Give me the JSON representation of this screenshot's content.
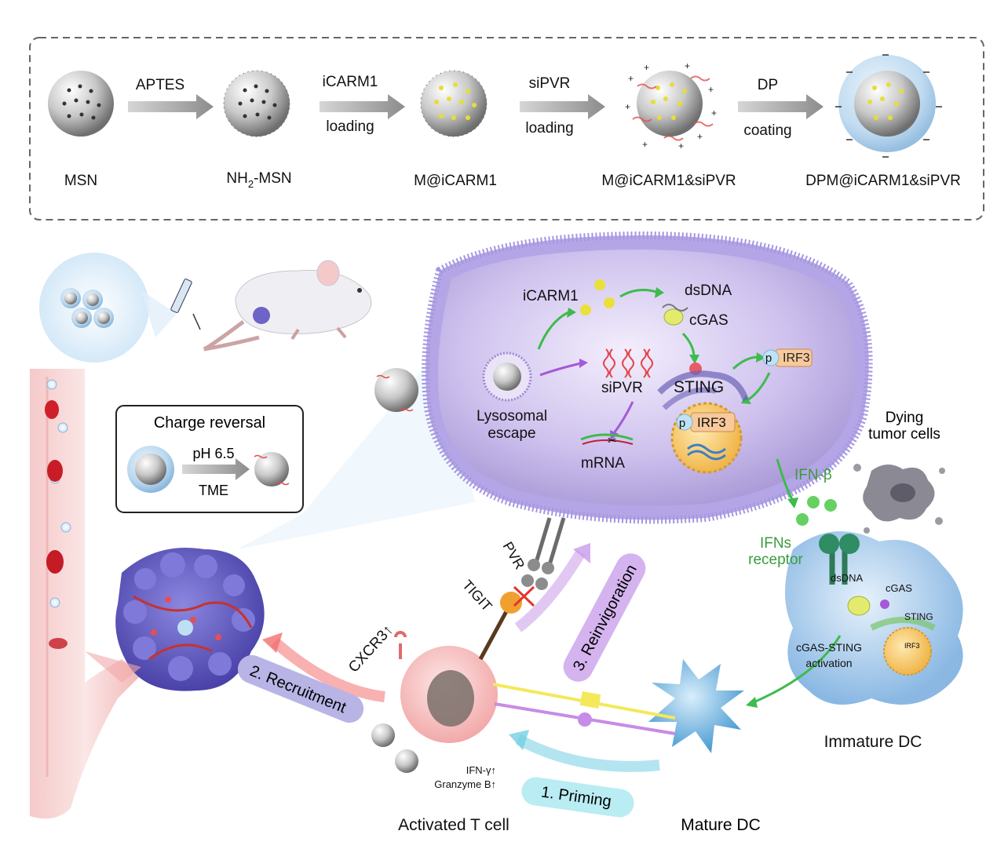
{
  "synthesis": {
    "steps": [
      {
        "product": "MSN"
      },
      {
        "reagent_top": "APTES",
        "reagent_bottom": "",
        "product": "NH2-MSN"
      },
      {
        "reagent_top": "iCARM1",
        "reagent_bottom": "loading",
        "product": "M@iCARM1"
      },
      {
        "reagent_top": "siPVR",
        "reagent_bottom": "loading",
        "product": "M@iCARM1&siPVR"
      },
      {
        "reagent_top": "DP",
        "reagent_bottom": "coating",
        "product": "DPM@iCARM1&siPVR"
      }
    ],
    "nh2_main": "NH",
    "nh2_sub": "2",
    "nh2_rest": "-MSN"
  },
  "charge_box": {
    "title": "Charge reversal",
    "top": "pH 6.5",
    "bottom": "TME"
  },
  "tumor_cell": {
    "icarm1": "iCARM1",
    "dsdna": "dsDNA",
    "cgas": "cGAS",
    "sipvr": "siPVR",
    "sting": "STING",
    "irf3_a": "IRF3",
    "irf3_b": "IRF3",
    "p_a": "p",
    "p_b": "p",
    "lyso_1": "Lysosomal",
    "lyso_2": "escape",
    "mrna": "mRNA",
    "ifnb": "IFN-β"
  },
  "dying": {
    "line1": "Dying",
    "line2": "tumor cells"
  },
  "ifn_receptor": {
    "line1": "IFNs",
    "line2": "receptor"
  },
  "immature_dc": {
    "dsdna": "dsDNA",
    "cgas": "cGAS",
    "sting": "STING",
    "irf3": "IRF3",
    "act1": "cGAS-STING",
    "act2": "activation",
    "label": "Immature DC"
  },
  "tcell": {
    "pvr": "PVR",
    "tigit": "TIGIT",
    "cxcr3": "CXCR3↑",
    "ifng": "IFN-γ↑",
    "granzyme": "Granzyme B↑",
    "label": "Activated T cell"
  },
  "steps": {
    "priming": "1. Priming",
    "recruitment": "2. Recruitment",
    "reinvigoration": "3. Reinvigoration"
  },
  "mature_dc": {
    "label": "Mature DC"
  }
}
